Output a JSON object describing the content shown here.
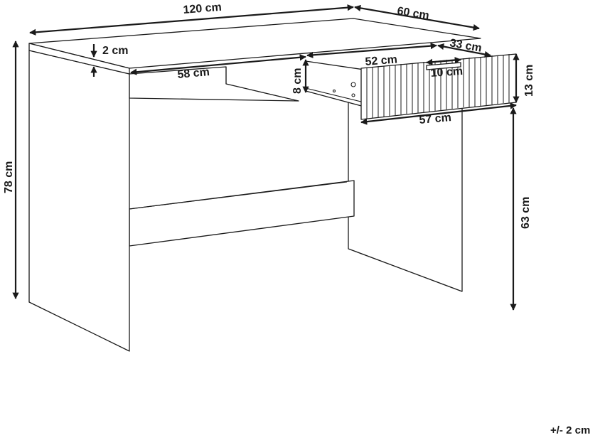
{
  "dimensions": {
    "desk_width": "120 cm",
    "desk_depth": "60 cm",
    "top_thickness": "2 cm",
    "total_height": "78 cm",
    "inner_span": "58 cm",
    "drawer_width": "52 cm",
    "drawer_depth": "33 cm",
    "drawer_front_height": "13 cm",
    "drawer_inner_height": "8 cm",
    "handle_width": "10 cm",
    "drawer_front_width": "57 cm",
    "legroom_height": "63 cm"
  },
  "tolerance": "+/- 2 cm"
}
